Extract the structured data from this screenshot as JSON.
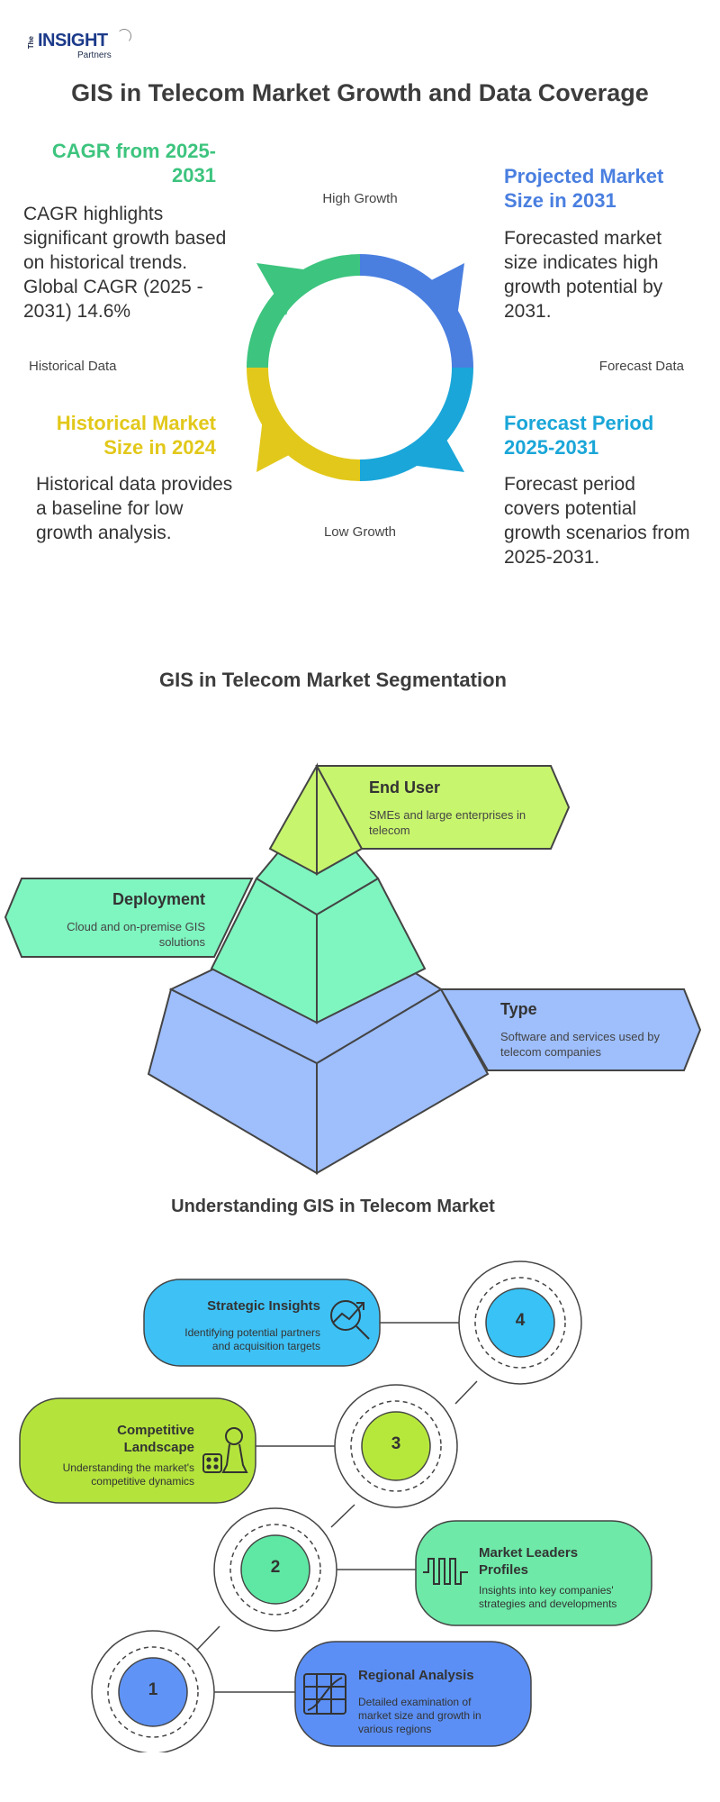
{
  "logo": {
    "the": "The",
    "insight": "INSIGHT",
    "partners": "Partners"
  },
  "title": "GIS in Telecom Market Growth and Data Coverage",
  "growth": {
    "cagr": {
      "title": "CAGR from 2025-2031",
      "body": "CAGR highlights significant growth based on historical trends. Global CAGR (2025 - 2031) 14.6%"
    },
    "projected": {
      "title": "Projected Market Size in 2031",
      "body": "Forecasted market size indicates high growth potential by 2031."
    },
    "historical": {
      "title": "Historical Market Size in 2024",
      "body": "Historical data provides a baseline for low growth analysis."
    },
    "forecast": {
      "title": "Forecast Period 2025-2031",
      "body": "Forecast period covers potential growth scenarios from 2025-2031."
    },
    "labels": {
      "top": "High Growth",
      "bottom": "Low Growth",
      "left": "Historical Data",
      "right": "Forecast Data"
    }
  },
  "segmentation": {
    "title": "GIS in Telecom Market Segmentation",
    "end_user": {
      "title": "End User",
      "desc": "SMEs and large enterprises in telecom"
    },
    "deployment": {
      "title": "Deployment",
      "desc": "Cloud and on-premise GIS solutions"
    },
    "type": {
      "title": "Type",
      "desc": "Software and services used by telecom companies"
    }
  },
  "understanding": {
    "title": "Understanding GIS in Telecom Market",
    "steps": [
      {
        "num": "4",
        "title": "Strategic Insights",
        "desc": "Identifying potential partners and acquisition targets"
      },
      {
        "num": "3",
        "title": "Competitive Landscape",
        "desc": "Understanding the market's competitive dynamics"
      },
      {
        "num": "2",
        "title": "Market Leaders Profiles",
        "desc": "Insights into key companies' strategies and developments"
      },
      {
        "num": "1",
        "title": "Regional Analysis",
        "desc": "Detailed examination of market size and growth in various regions"
      }
    ]
  },
  "colors": {
    "green": "#3dc47e",
    "blue": "#4a7fe0",
    "yellow": "#e2c81a",
    "cyan": "#1aa6d8"
  }
}
